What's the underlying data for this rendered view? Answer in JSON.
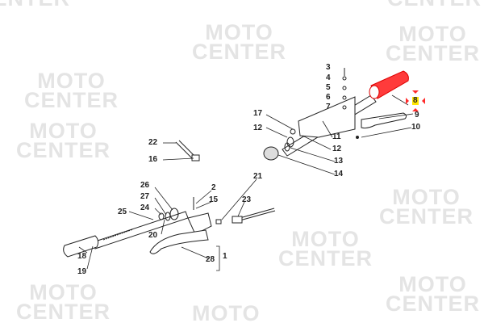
{
  "watermark": {
    "line1": "MOTO",
    "line2": "CENTER"
  },
  "highlight_color": "#ff2a2a",
  "selected_part": "8",
  "labels": {
    "p1": "1",
    "p2": "2",
    "p3": "3",
    "p4": "4",
    "p5": "5",
    "p6": "6",
    "p7": "7",
    "p8": "8",
    "p9": "9",
    "p10": "10",
    "p11": "11",
    "p12a": "12",
    "p12b": "12",
    "p13": "13",
    "p14": "14",
    "p15": "15",
    "p16": "16",
    "p17": "17",
    "p18": "18",
    "p19": "19",
    "p20": "20",
    "p21": "21",
    "p22": "22",
    "p23": "23",
    "p24": "24",
    "p25": "25",
    "p26": "26",
    "p27": "27",
    "p28": "28"
  }
}
